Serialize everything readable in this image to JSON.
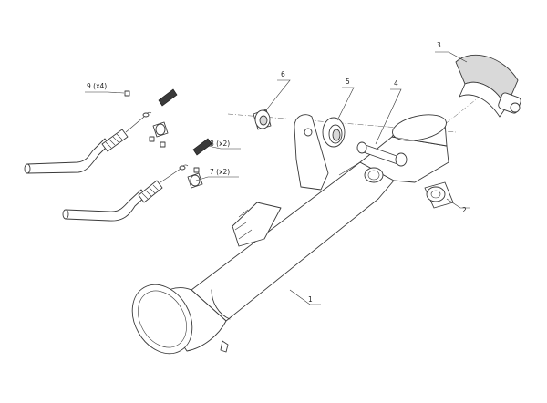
{
  "diagram": {
    "callouts": [
      {
        "id": "c1",
        "text": "1"
      },
      {
        "id": "c2",
        "text": "2"
      },
      {
        "id": "c3",
        "text": "3"
      },
      {
        "id": "c4",
        "text": "4"
      },
      {
        "id": "c5",
        "text": "5"
      },
      {
        "id": "c6",
        "text": "6"
      },
      {
        "id": "c7",
        "text": "7 (x2)"
      },
      {
        "id": "c8",
        "text": "8 (x2)"
      },
      {
        "id": "c9",
        "text": "9 (x4)"
      }
    ]
  }
}
